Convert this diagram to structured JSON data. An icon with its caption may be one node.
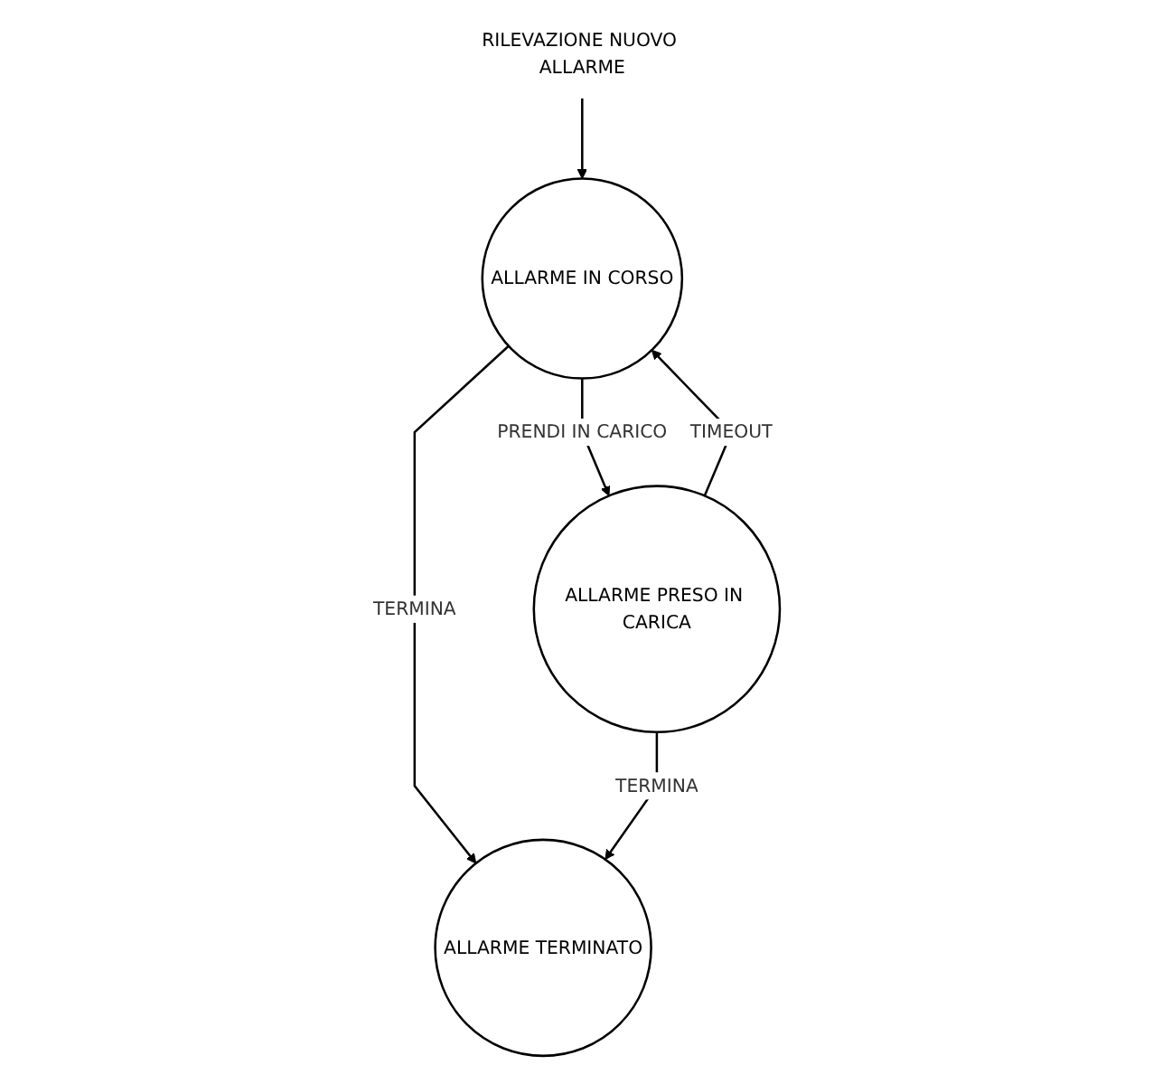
{
  "diagram": {
    "nodes": [
      {
        "text": [
          "RILEVAZIONE NUOVO ALLARME"
        ]
      },
      {
        "text": [
          "ALLARME IN CORSO"
        ]
      },
      {
        "text": [
          "ALLARME PRESO IN CARICA"
        ]
      },
      {
        "text": [
          "ALLARME TERMINATO"
        ]
      }
    ],
    "edges": [
      {
        "from": 0,
        "to": 1,
        "arrow": "to"
      },
      {
        "from": 2,
        "to": 1,
        "arrow": "to",
        "label": "TIMEOUT"
      },
      {
        "from": 1,
        "to": 2,
        "arrow": "to",
        "label": "PRENDI IN CARICO"
      },
      {
        "from": 1,
        "to": 3,
        "arrow": "to",
        "label": "TERMINA"
      },
      {
        "from": 2,
        "to": 3,
        "arrow": "to",
        "label": "TERMINA"
      }
    ]
  }
}
